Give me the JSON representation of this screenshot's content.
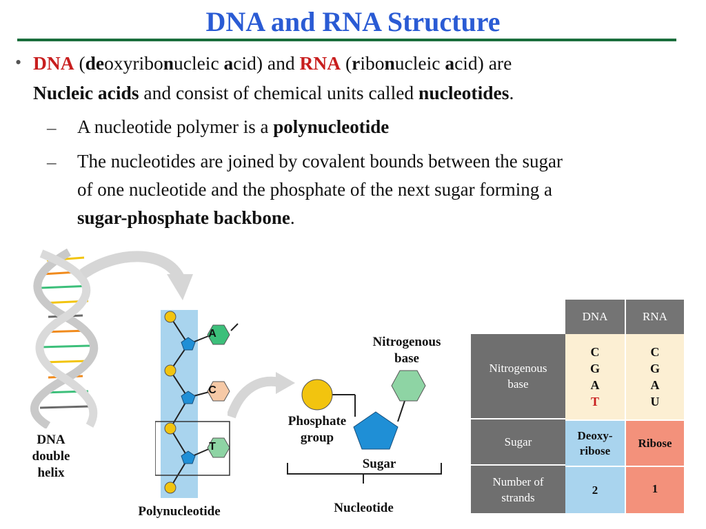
{
  "title": "DNA and RNA Structure",
  "bullet": {
    "dna": "DNA",
    "de": "de",
    "oxyribo": "oxyribo",
    "n1": "n",
    "ucleic": "ucleic ",
    "a1": "a",
    "cid_and": "cid) and ",
    "rna": "RNA",
    "r": "r",
    "ibo": "ibo",
    "n2": "n",
    "ucleic2": "ucleic ",
    "a2": "a",
    "cid_are": "cid) are",
    "nucleic_acids": "Nucleic acids",
    "consist": " and consist of chemical units called ",
    "nucleotides": "nucleotides",
    "period": "."
  },
  "sub1": {
    "text": "A nucleotide polymer is a ",
    "bold": "polynucleotide"
  },
  "sub2": {
    "line1": "The nucleotides are joined by covalent bounds between the sugar",
    "line2": "of one nucleotide and the phosphate of the next sugar forming a",
    "bold": "sugar-phosphate backbone",
    "period": "."
  },
  "figure": {
    "helix_label_1": "DNA",
    "helix_label_2": "double",
    "helix_label_3": "helix",
    "polynucleotide_label": "Polynucleotide",
    "base_a": "A",
    "base_c": "C",
    "base_t": "T",
    "nitrogenous_1": "Nitrogenous",
    "nitrogenous_2": "base",
    "phosphate_1": "Phosphate",
    "phosphate_2": "group",
    "sugar": "Sugar",
    "nucleotide": "Nucleotide"
  },
  "table": {
    "headers": [
      "DNA",
      "RNA"
    ],
    "row_labels": {
      "base_1": "Nitrogenous",
      "base_2": "base",
      "sugar": "Sugar",
      "strands_1": "Number of",
      "strands_2": "strands"
    },
    "dna_bases": [
      "C",
      "G",
      "A",
      "T"
    ],
    "rna_bases": [
      "C",
      "G",
      "A",
      "U"
    ],
    "dna_sugar_1": "Deoxy-",
    "dna_sugar_2": "ribose",
    "rna_sugar": "Ribose",
    "dna_strands": "2",
    "rna_strands": "1"
  },
  "colors": {
    "title": "#2a5bd4",
    "accent_red": "#c81e1e",
    "rule": "#1a6e3c",
    "backbone": "#a9d4ee",
    "phosphate": "#f2c40f",
    "sugar": "#1f8fd6"
  }
}
